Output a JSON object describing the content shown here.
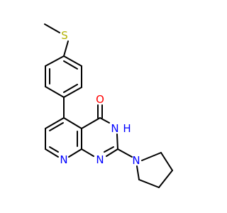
{
  "molecule": {
    "atoms": {
      "sulfur": {
        "text": "S",
        "color": "#b2b200"
      },
      "oxygen": {
        "text": "O",
        "color": "#ff0000"
      },
      "nh": {
        "text": "H",
        "n_text": "N",
        "color": "#0000ff"
      },
      "n_pyridine": {
        "text": "N",
        "color": "#0000ff"
      },
      "n_pyrimidine": {
        "text": "N",
        "color": "#0000ff"
      },
      "n_pyrrolidine": {
        "text": "N",
        "color": "#0000ff"
      }
    }
  }
}
